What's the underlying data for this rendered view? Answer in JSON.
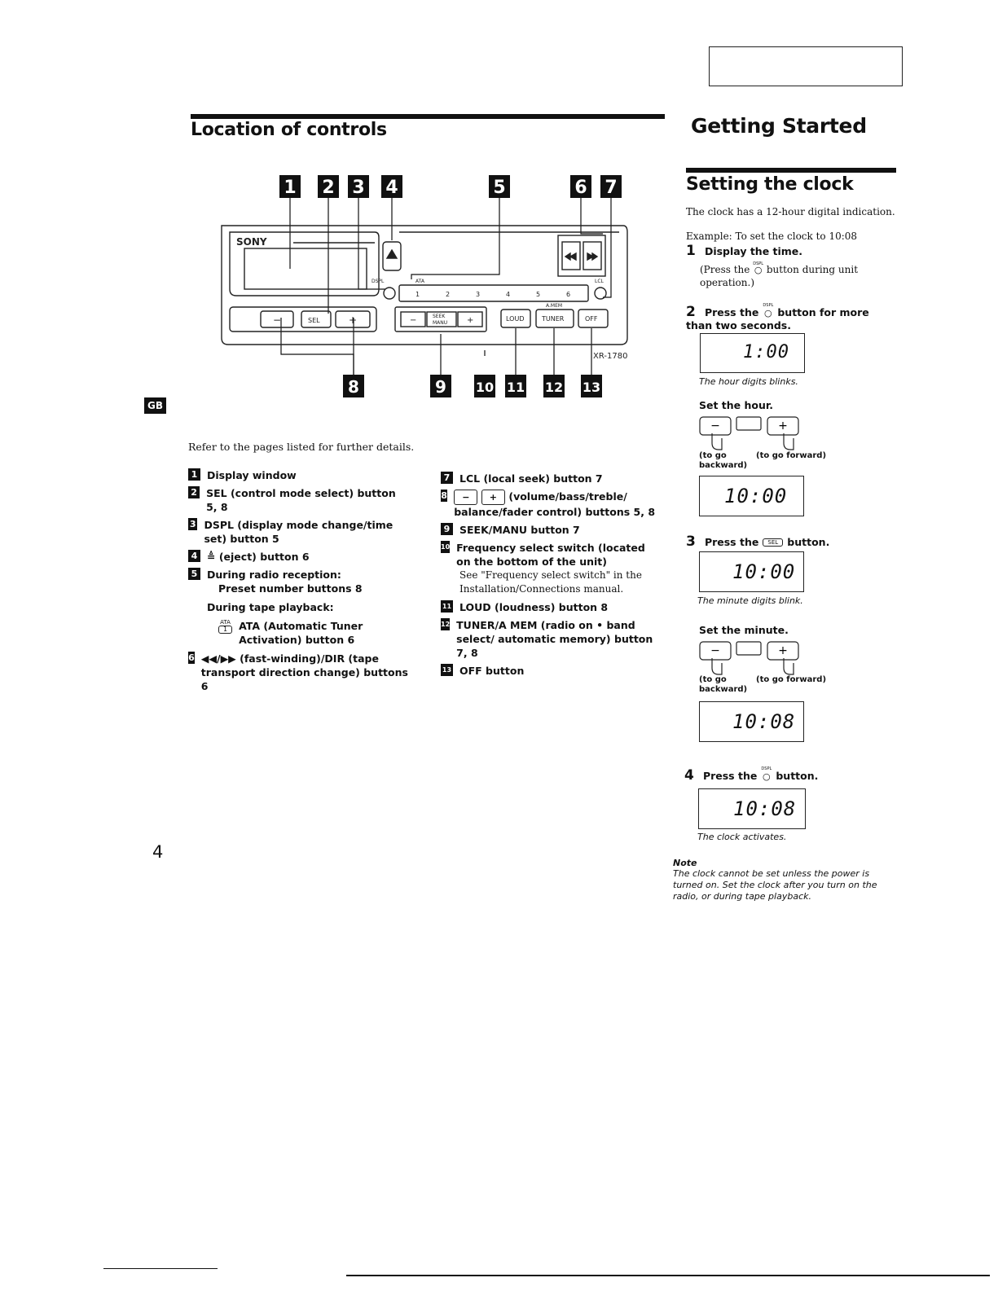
{
  "header_box_text": "",
  "left": {
    "title": "Location of controls",
    "model": "XR-1780",
    "brand": "SONY",
    "top_numbers": [
      "1",
      "2",
      "3",
      "4",
      "5",
      "6",
      "7"
    ],
    "bottom_numbers": [
      "8",
      "9",
      "10",
      "11",
      "12",
      "13"
    ],
    "device_labels": {
      "dspl": "DSPL",
      "ata": "ATA",
      "lcl": "LCL",
      "amem": "A.MEM",
      "sel": "SEL",
      "seek": "SEEK",
      "manu": "MANU",
      "loud": "LOUD",
      "tuner": "TUNER",
      "off": "OFF",
      "minus": "−",
      "plus": "+",
      "presets": [
        "1",
        "2",
        "3",
        "4",
        "5",
        "6"
      ]
    },
    "lang_tab": "GB",
    "refer_text": "Refer to the pages listed for further details.",
    "controls_col1": [
      {
        "n": "1",
        "text": "Display window"
      },
      {
        "n": "2",
        "text": "SEL (control mode select) button  5, 8"
      },
      {
        "n": "3",
        "text": "DSPL (display mode change/time set) button  5"
      },
      {
        "n": "4",
        "text": "≜ (eject) button  6"
      },
      {
        "n": "5",
        "text": "During radio reception:"
      }
    ],
    "c5_sub1": "Preset number buttons  8",
    "c5_sub2": "During tape playback:",
    "c5_ata_icon": "ATA",
    "c5_ata_btn": "1",
    "c5_sub3": "ATA (Automatic Tuner Activation) button  6",
    "c6": {
      "n": "6",
      "text": "◀◀/▶▶ (fast-winding)/DIR (tape transport direction change) buttons  6"
    },
    "controls_col2": [
      {
        "n": "7",
        "text": "LCL (local seek) button  7"
      }
    ],
    "c8": {
      "n": "8",
      "minus": "−",
      "plus": "+",
      "text": "(volume/bass/treble/ balance/fader control) buttons  5, 8"
    },
    "c9": {
      "n": "9",
      "text": "SEEK/MANU button  7"
    },
    "c10": {
      "n": "10",
      "text": "Frequency select switch (located on the bottom of the unit)",
      "note": "See \"Frequency select switch\" in the Installation/Connections manual."
    },
    "c11": {
      "n": "11",
      "text": "LOUD (loudness) button  8"
    },
    "c12": {
      "n": "12",
      "text": "TUNER/A MEM (radio on • band select/ automatic memory) button  7, 8"
    },
    "c13": {
      "n": "13",
      "text": "OFF button"
    },
    "page_number": "4"
  },
  "right": {
    "section": "Getting Started",
    "title": "Setting the clock",
    "intro": "The clock has a 12-hour digital indication.",
    "example": "Example: To set the clock to 10:08",
    "step1_n": "1",
    "step1": "Display the time.",
    "step1_note_a": "(Press the",
    "step1_note_b": "button during unit operation.)",
    "dspl_small": "DSPL",
    "step2_n": "2",
    "step2_a": "Press the",
    "step2_b": "button for more than two seconds.",
    "lcd1": "1:00",
    "cap1": "The hour digits blinks.",
    "set_hour": "Set the hour.",
    "back": "(to go backward)",
    "fwd": "(to go forward)",
    "lcd2": "10:00",
    "step3_n": "3",
    "step3_a": "Press the",
    "step3_btn": "SEL",
    "step3_b": "button.",
    "lcd3": "10:00",
    "cap3": "The minute digits blink.",
    "set_minute": "Set the minute.",
    "lcd4": "10:08",
    "step4_n": "4",
    "step4_a": "Press the",
    "step4_b": "button.",
    "lcd5": "10:08",
    "cap5": "The clock activates.",
    "note_title": "Note",
    "note_text": "The clock cannot be set unless the power is turned on. Set the clock after you turn on the radio, or during tape playback."
  }
}
